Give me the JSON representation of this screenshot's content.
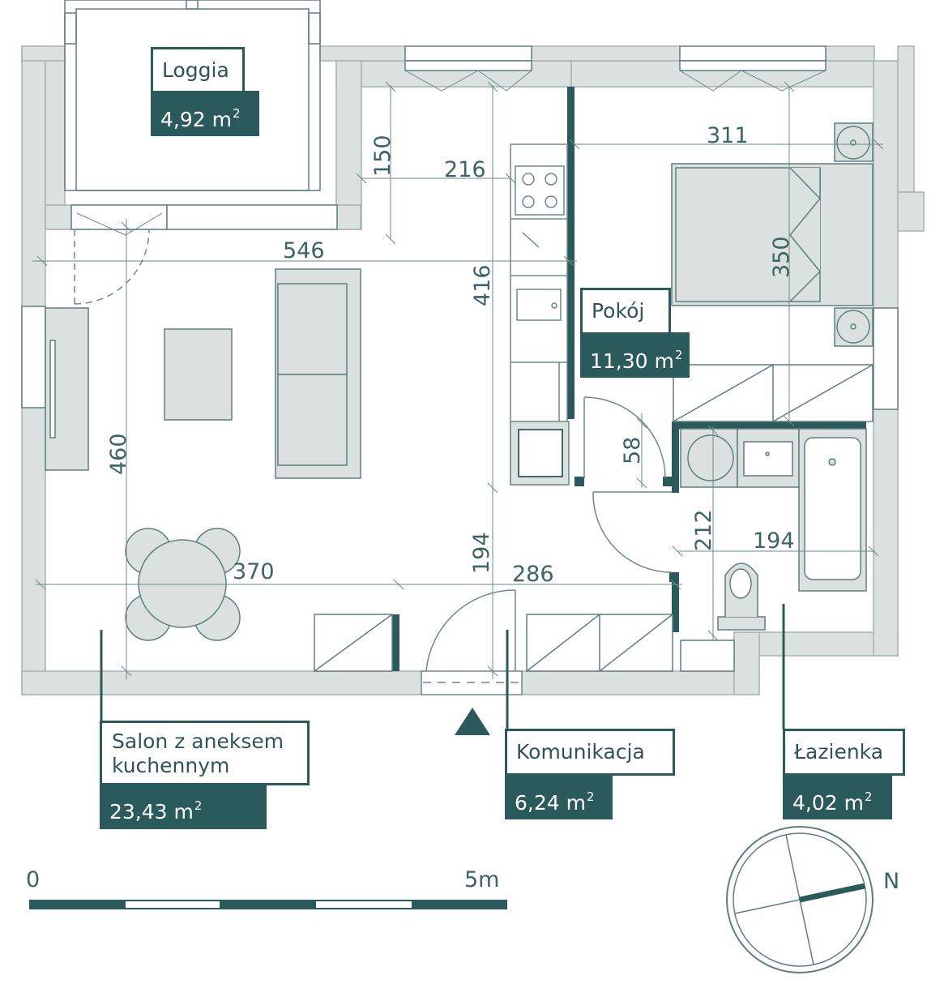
{
  "rooms": {
    "loggia": {
      "name": "Loggia",
      "area": "4,92 m"
    },
    "pokoj": {
      "name": "Pokój",
      "area": "11,30 m"
    },
    "salon": {
      "name_line1": "Salon z aneksem",
      "name_line2": "kuchennym",
      "area": "23,43 m"
    },
    "komunikacja": {
      "name": "Komunikacja",
      "area": "6,24 m"
    },
    "lazienka": {
      "name": "Łazienka",
      "area": "4,02 m"
    },
    "area_exponent": "2"
  },
  "dimensions": {
    "d311": "311",
    "d150": "150",
    "d216": "216",
    "d546": "546",
    "d416": "416",
    "d350": "350",
    "d58": "58",
    "d460": "460",
    "d212": "212",
    "d194_bath": "194",
    "d194_hall": "194",
    "d370": "370",
    "d286": "286"
  },
  "scale": {
    "start": "0",
    "end": "5m"
  },
  "compass": {
    "north": "N"
  },
  "colors": {
    "wall": "#dbe1de",
    "wall_edge": "#a6b3b1",
    "accent": "#2b5a5c",
    "line": "#6c8a88"
  }
}
